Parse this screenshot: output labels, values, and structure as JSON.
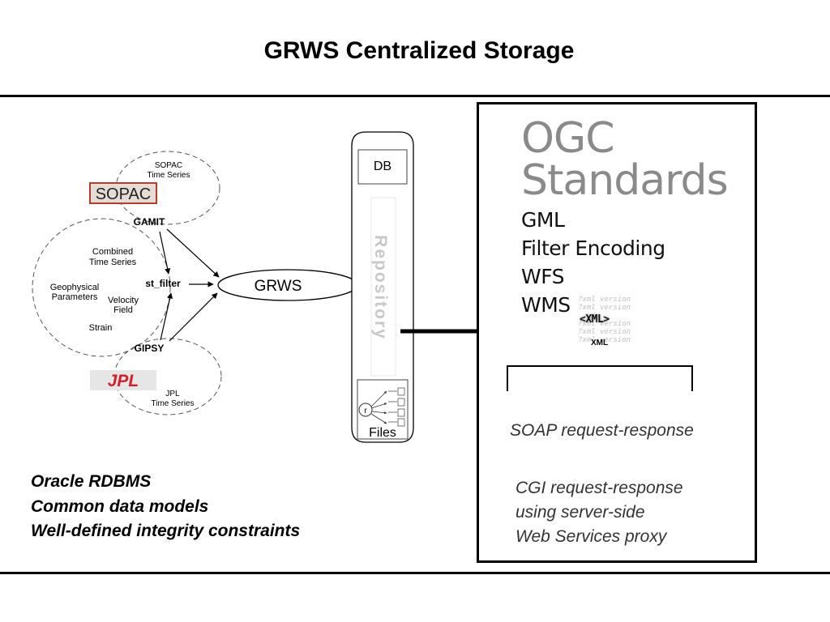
{
  "slide": {
    "title": "GRWS Centralized Storage"
  },
  "sources": {
    "sopac_logo": "SOPAC",
    "sopac_caption": [
      "SOPAC",
      "Time Series"
    ],
    "gamit": "GAMIT",
    "combined": [
      "Combined",
      "Time Series"
    ],
    "geophysical": [
      "Geophysical",
      "Parameters"
    ],
    "velocity": [
      "Velocity",
      "Field"
    ],
    "strain": "Strain",
    "st_filter": "st_filter",
    "gipsy": "GIPSY",
    "jpl_logo": "JPL",
    "jpl_caption": [
      "JPL",
      "Time Series"
    ]
  },
  "grws": {
    "label": "GRWS"
  },
  "repository": {
    "db": "DB",
    "label": "Repository",
    "files": "Files",
    "root": "r"
  },
  "notes": [
    "Oracle RDBMS",
    "Common data models",
    "Well-defined integrity constraints"
  ],
  "ogc": {
    "title_line1": "OGC",
    "title_line2": "Standards",
    "items": [
      "GML",
      "Filter Encoding",
      "WFS",
      "WMS"
    ],
    "xml_badge": "<XML>",
    "xml_caption": "XML",
    "xml_ghost": [
      "?xml version",
      "?xml version",
      "?xml version",
      "?xml version",
      "?xml version"
    ],
    "soap": "SOAP request-response",
    "cgi": [
      "CGI request-response",
      "using server-side",
      "Web Services proxy"
    ]
  },
  "colors": {
    "jpl_red": "#d0202a",
    "sopac_red": "#b83a2e",
    "ogc_grey": "#8a8a8a",
    "repo_text": "#c9c9c9"
  }
}
